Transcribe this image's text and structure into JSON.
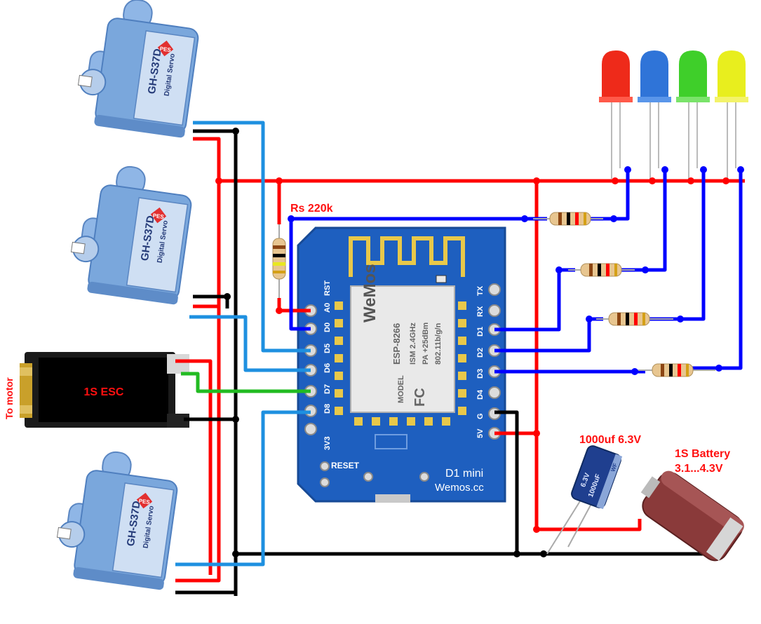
{
  "labels": {
    "rs": "Rs 220k",
    "esc": "1S ESC",
    "to_motor": "To motor",
    "capacitor": "1000uf 6.3V",
    "battery_title": "1S Battery",
    "battery_range": "3.1...4.3V"
  },
  "servo": {
    "brand": "PES",
    "model": "GH-S37D",
    "type": "Digital Servo"
  },
  "board": {
    "chip": "ESP-8266",
    "chip_spec1": "ISM 2.4GHz",
    "chip_spec2": "PA +25dBm",
    "chip_spec3": "802.11b/g/n",
    "logo": "WeMos",
    "model_label": "MODEL",
    "fcc": "FC",
    "name": "D1 mini",
    "site": "Wemos.cc",
    "reset_label": "RESET",
    "left_pins": [
      "RST",
      "A0",
      "D0",
      "D5",
      "D6",
      "D7",
      "D8",
      "3V3"
    ],
    "right_pins": [
      "TX",
      "RX",
      "D1",
      "D2",
      "D3",
      "D4",
      "G",
      "5V"
    ]
  },
  "capacitor_marking": {
    "voltage": "6.3V",
    "value": "1000uF",
    "brand": "WF"
  },
  "colors": {
    "wire_red": "#ff0000",
    "wire_black": "#000000",
    "wire_blue": "#0000ff",
    "wire_lightblue": "#1e90e0",
    "wire_green": "#22bb22",
    "board_blue": "#1e5fbf",
    "servo_blue": "#7aa7dc",
    "label_red": "#ff0000"
  },
  "leds": [
    {
      "color": "red",
      "fill": "#ee2a1a"
    },
    {
      "color": "blue",
      "fill": "#2f74d8"
    },
    {
      "color": "green",
      "fill": "#3fcf2a"
    },
    {
      "color": "yellow",
      "fill": "#e8ee1e"
    }
  ]
}
